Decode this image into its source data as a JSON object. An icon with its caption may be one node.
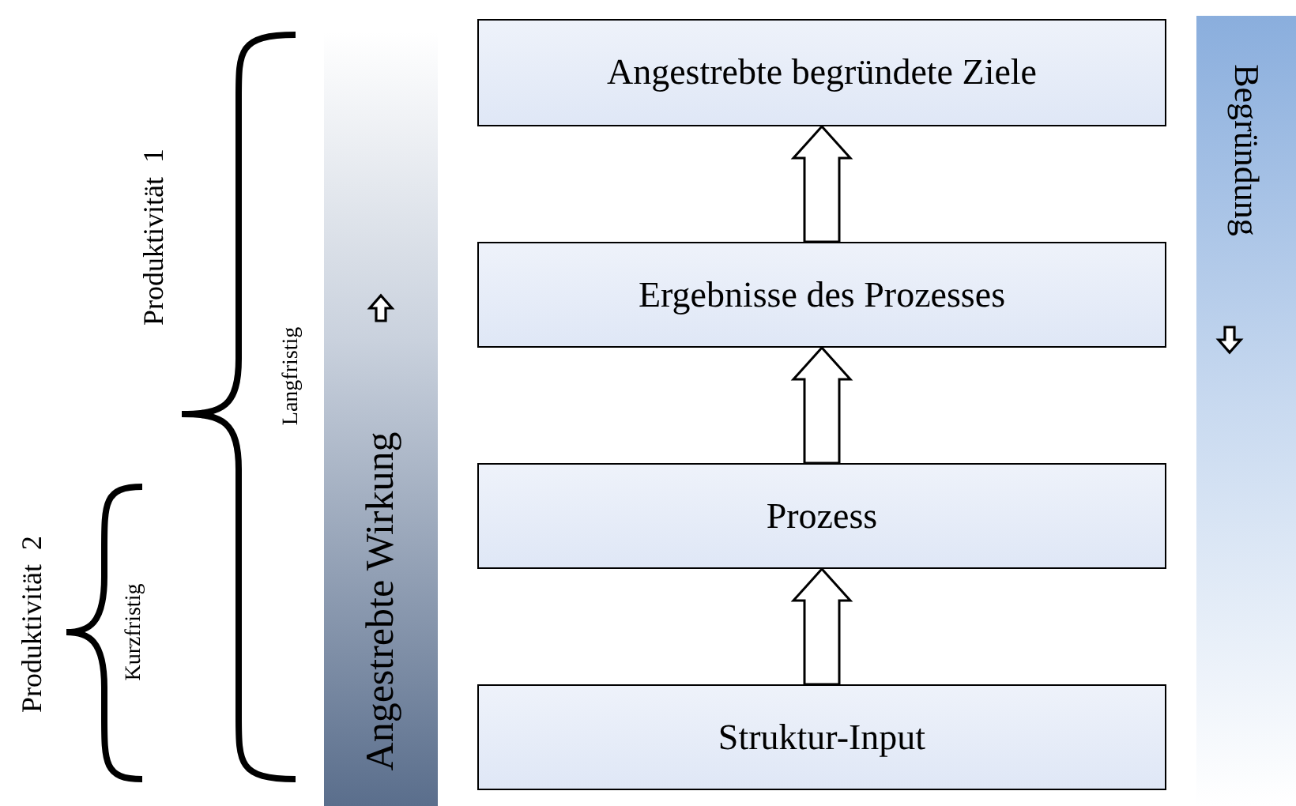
{
  "diagram": {
    "nodes": [
      {
        "text": [
          "Angestrebte begründete Ziele"
        ]
      },
      {
        "text": [
          "Ergebnisse des Prozesses"
        ]
      },
      {
        "text": [
          "Prozess"
        ]
      },
      {
        "text": [
          "Struktur-Input"
        ]
      },
      {
        "text": [
          "Angestrebte Wirkung"
        ]
      },
      {
        "text": [
          "Begründung"
        ]
      }
    ],
    "edges": [
      {
        "from": 3,
        "to": 2,
        "arrow": "to"
      },
      {
        "from": 2,
        "to": 1,
        "arrow": "to"
      },
      {
        "from": 1,
        "to": 0,
        "arrow": "to"
      }
    ],
    "labels": [
      "Produktivität  1",
      "Langfristig",
      "Produktivität  2",
      "Kurzfristig"
    ]
  }
}
